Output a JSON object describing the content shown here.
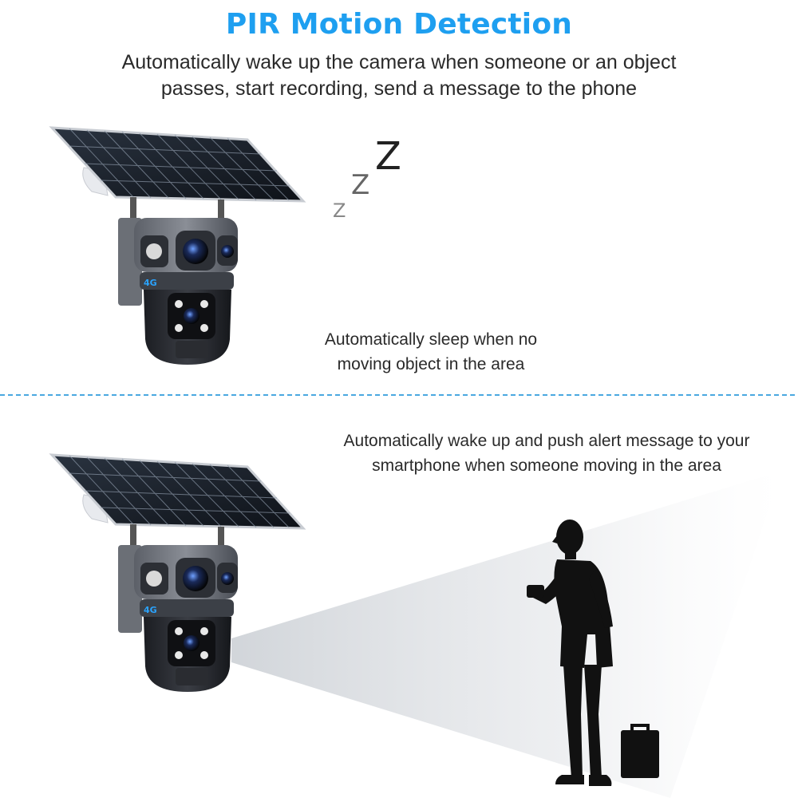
{
  "header": {
    "title": "PIR Motion Detection",
    "subtitle_line1": "Automatically wake up the camera when someone or an object",
    "subtitle_line2": "passes, start recording, send a message to the phone"
  },
  "sleep_panel": {
    "zz_big": "Z",
    "zz_mid": "Z",
    "zz_small": "Z",
    "caption_line1": "Automatically sleep when no",
    "caption_line2": "moving object in the area"
  },
  "wake_panel": {
    "caption_line1": "Automatically wake up and push alert message to your",
    "caption_line2": "smartphone when someone moving in the area"
  },
  "camera": {
    "badge": "4G"
  },
  "colors": {
    "title": "#1e9ff0",
    "divider": "#4aa8e0",
    "text": "#2a2a2a"
  }
}
